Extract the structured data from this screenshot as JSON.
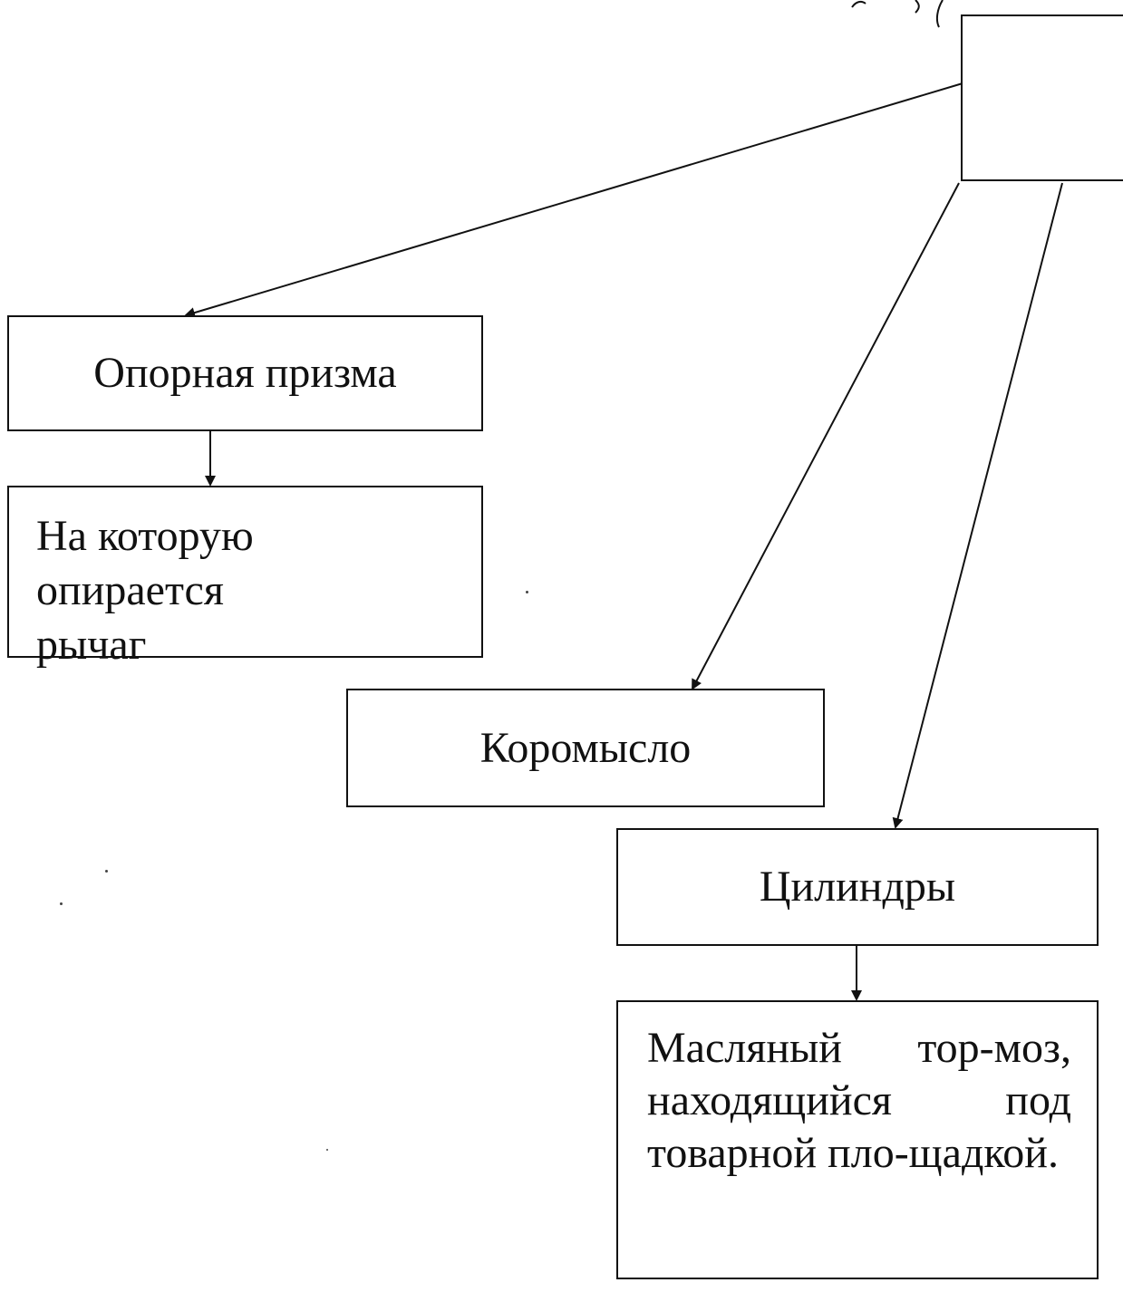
{
  "diagram": {
    "nodes": [
      {
        "id": "root",
        "text": ""
      },
      {
        "id": "support_prism",
        "text": "Опорная призма"
      },
      {
        "id": "support_prism_desc",
        "text": "На которую опирается рычаг"
      },
      {
        "id": "yoke",
        "text": "Коромысло"
      },
      {
        "id": "cylinders",
        "text": "Цилиндры"
      },
      {
        "id": "cylinders_desc",
        "text": "Масляный тор-моз, находящийся под товарной пло-щадкой."
      }
    ],
    "edges": [
      {
        "from": "root",
        "to": "support_prism"
      },
      {
        "from": "support_prism",
        "to": "support_prism_desc"
      },
      {
        "from": "root",
        "to": "yoke"
      },
      {
        "from": "root",
        "to": "cylinders"
      },
      {
        "from": "cylinders",
        "to": "cylinders_desc"
      }
    ]
  }
}
